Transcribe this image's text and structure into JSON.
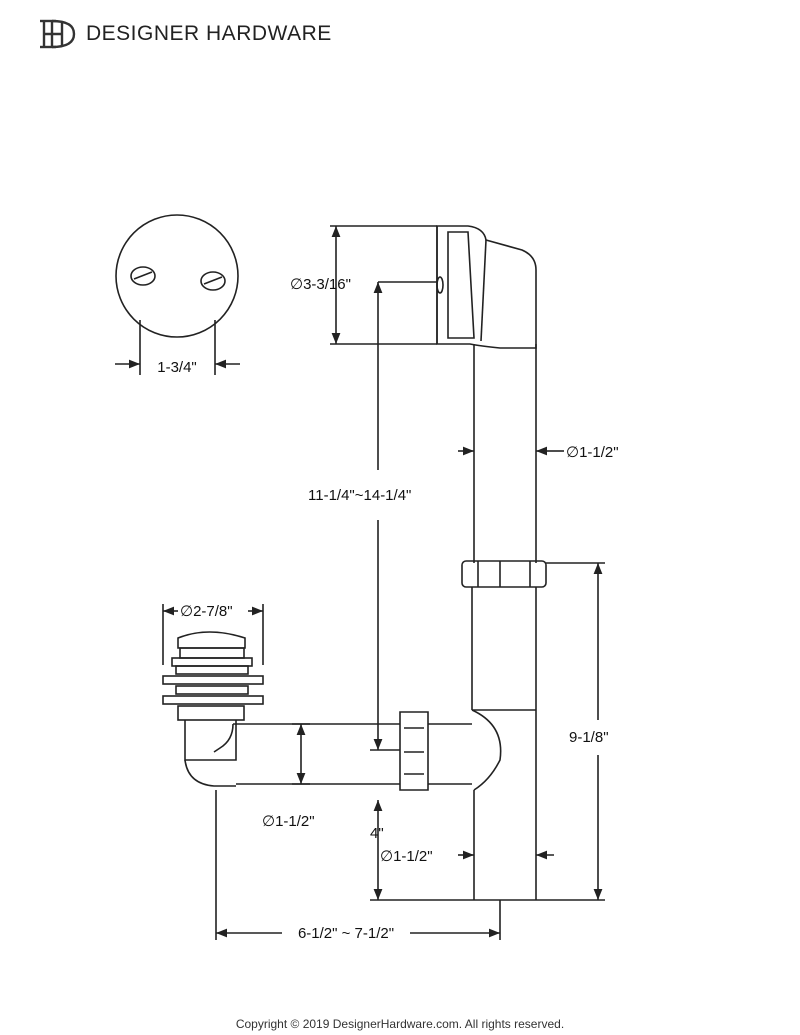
{
  "header": {
    "logo_text": "DH",
    "brand_name": "DESIGNER HARDWARE"
  },
  "dimensions": {
    "faceplate_width": "1-3/4\"",
    "overflow_diameter": "∅3-3/16\"",
    "pipe_diameter_upper": "∅1-1/2\"",
    "overall_height": "11-1/4\"~14-1/4\"",
    "drain_diameter": "∅2-7/8\"",
    "tee_height": "9-1/8\"",
    "drain_pipe_diameter": "∅1-1/2\"",
    "drop": "4\"",
    "tail_diameter": "∅1-1/2\"",
    "horizontal_span": "6-1/2\" ~ 7-1/2\""
  },
  "footer": {
    "copyright": "Copyright © 2019 DesignerHardware.com. All rights reserved."
  },
  "colors": {
    "line": "#222222",
    "text": "#111111"
  }
}
